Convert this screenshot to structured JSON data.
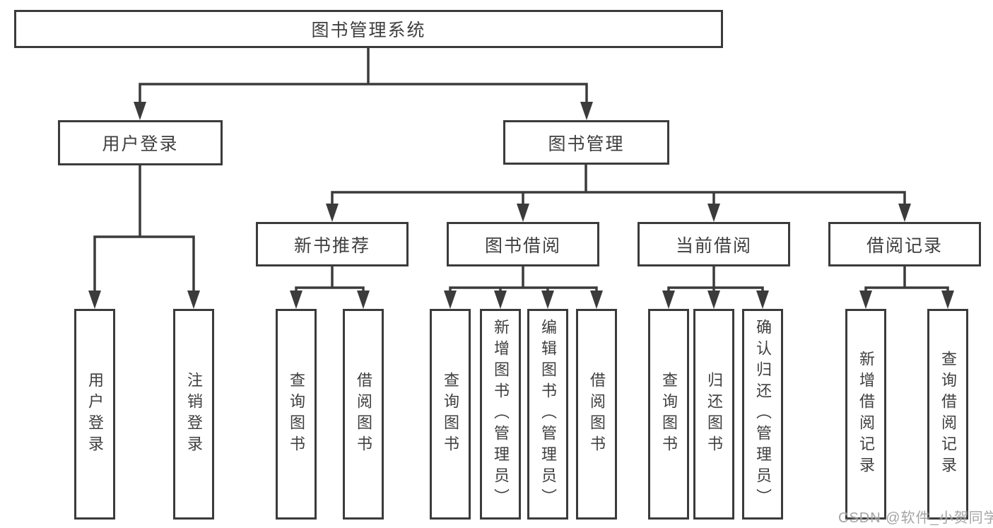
{
  "diagram": {
    "root": {
      "label": "图书管理系统"
    },
    "branches": [
      {
        "label": "用户登录",
        "children": [
          {
            "label": "用户登录"
          },
          {
            "label": "注销登录"
          }
        ]
      },
      {
        "label": "图书管理",
        "children": [
          {
            "label": "新书推荐",
            "children": [
              {
                "label": "查询图书"
              },
              {
                "label": "借阅图书"
              }
            ]
          },
          {
            "label": "图书借阅",
            "children": [
              {
                "label": "查询图书"
              },
              {
                "label": "新增图书（管理员）"
              },
              {
                "label": "编辑图书（管理员）"
              },
              {
                "label": "借阅图书"
              }
            ]
          },
          {
            "label": "当前借阅",
            "children": [
              {
                "label": "查询图书"
              },
              {
                "label": "归还图书"
              },
              {
                "label": "确认归还（管理员）"
              }
            ]
          },
          {
            "label": "借阅记录",
            "children": [
              {
                "label": "新增借阅记录"
              },
              {
                "label": "查询借阅记录"
              }
            ]
          }
        ]
      }
    ]
  },
  "watermark": {
    "text": "CSDN @软件_小贺同学"
  },
  "colors": {
    "line": "#3b3b3b",
    "text": "#3f3f3f",
    "watermark": "#9b9b9b",
    "background": "#ffffff"
  }
}
